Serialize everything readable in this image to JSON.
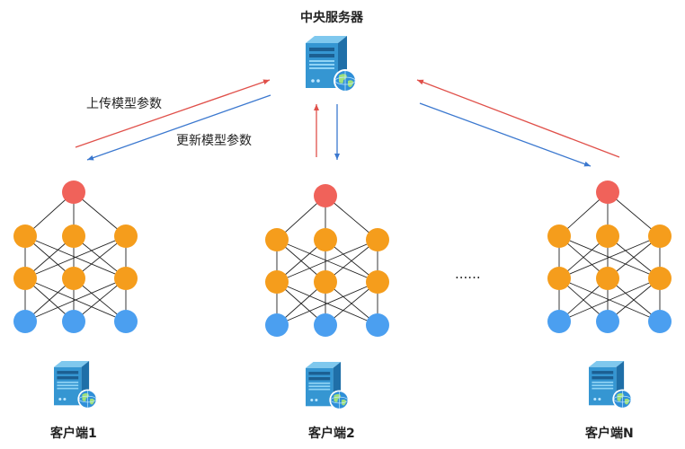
{
  "server": {
    "title": "中央服务器"
  },
  "arrows": {
    "upload_label": "上传模型参数",
    "download_label": "更新模型参数"
  },
  "clients": [
    {
      "label": "客户端1"
    },
    {
      "label": "客户端2"
    },
    {
      "label": "客户端N"
    }
  ],
  "ellipsis": "......",
  "network": {
    "layers": [
      1,
      3,
      3,
      3
    ]
  },
  "colors": {
    "upload_arrow": "#e0504a",
    "download_arrow": "#3b78cf",
    "output_node": "#f0625a",
    "hidden_node": "#f59d1c",
    "input_node": "#4b9ff0",
    "server_body": "#2b88c8",
    "server_face": "#4fb3e8",
    "globe": "#2f8fd8"
  }
}
